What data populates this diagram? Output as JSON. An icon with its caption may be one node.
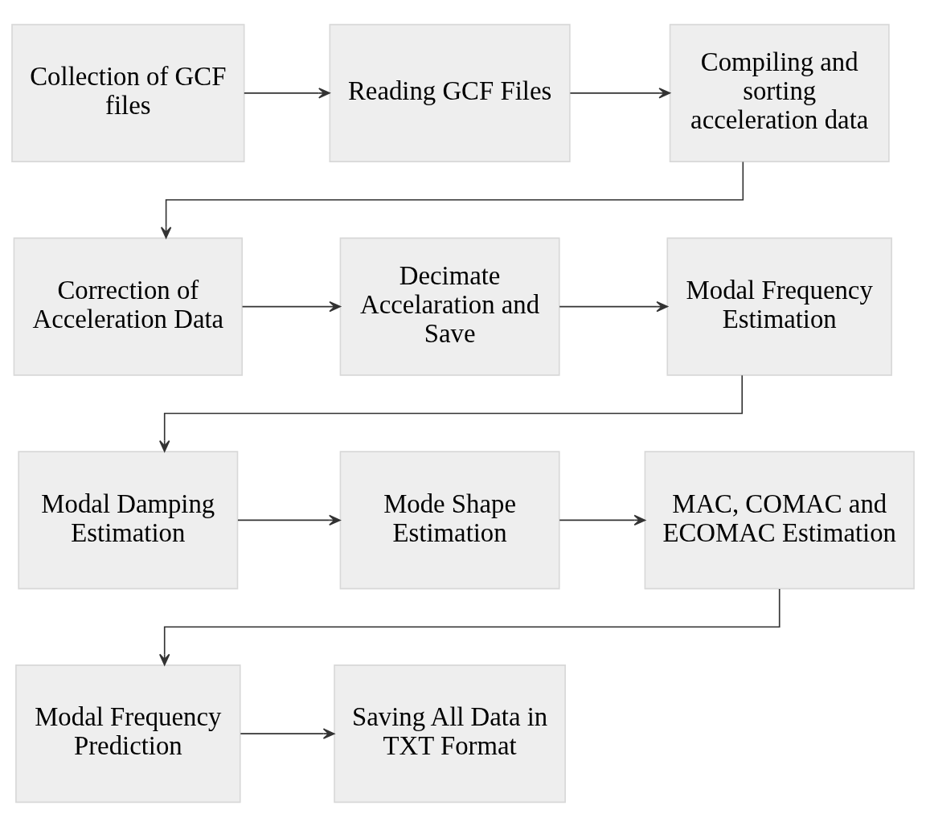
{
  "diagram": {
    "nodes": [
      {
        "text": [
          "Collection of GCF files"
        ]
      },
      {
        "text": [
          "Reading GCF Files"
        ]
      },
      {
        "text": [
          "Compiling and sorting acceleration data"
        ]
      },
      {
        "text": [
          "Correction of Acceleration Data"
        ]
      },
      {
        "text": [
          "Decimate Accelaration and Save"
        ]
      },
      {
        "text": [
          "Modal Frequency Estimation"
        ]
      },
      {
        "text": [
          "Modal Damping Estimation"
        ]
      },
      {
        "text": [
          "Mode Shape Estimation"
        ]
      },
      {
        "text": [
          "MAC, COMAC and ECOMAC Estimation"
        ]
      },
      {
        "text": [
          "Modal Frequency Prediction"
        ]
      },
      {
        "text": [
          "Saving All Data in TXT Format"
        ]
      }
    ],
    "edges": [
      {
        "from": 0,
        "to": 1,
        "arrow": "to"
      },
      {
        "from": 1,
        "to": 2,
        "arrow": "to"
      },
      {
        "from": 2,
        "to": 3,
        "arrow": "to"
      },
      {
        "from": 3,
        "to": 4,
        "arrow": "to"
      },
      {
        "from": 4,
        "to": 5,
        "arrow": "to"
      },
      {
        "from": 5,
        "to": 6,
        "arrow": "to"
      },
      {
        "from": 6,
        "to": 7,
        "arrow": "to"
      },
      {
        "from": 7,
        "to": 8,
        "arrow": "to"
      },
      {
        "from": 8,
        "to": 9,
        "arrow": "to"
      },
      {
        "from": 9,
        "to": 10,
        "arrow": "to"
      }
    ]
  }
}
